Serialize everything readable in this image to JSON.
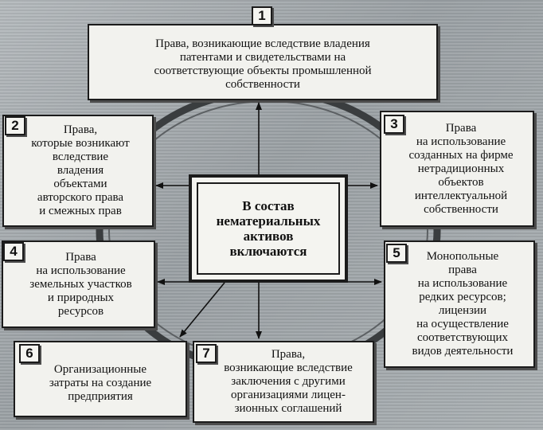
{
  "center": {
    "text": "В состав\nнематериальных\nактивов\nвключаются"
  },
  "items": [
    {
      "number": "1",
      "text": "Права, возникающие вследствие владения\nпатентами и свидетельствами на\nсоответствующие объекты промышленной\nсобственности"
    },
    {
      "number": "2",
      "text": "Права,\nкоторые возникают\nвследствие\nвладения\nобъектами\nавторского права\nи смежных прав"
    },
    {
      "number": "3",
      "text": "Права\nна использование\nсозданных на фирме\nнетрадиционных\nобъектов\nинтеллектуальной\nсобственности"
    },
    {
      "number": "4",
      "text": "Права\nна использование\nземельных участков\nи природных\nресурсов"
    },
    {
      "number": "5",
      "text": "Монопольные\nправа\nна использование\nредких ресурсов;\nлицензии\nна осуществление\nсоответствующих\nвидов деятельности"
    },
    {
      "number": "6",
      "text": "Организационные\nзатраты на создание\nпредприятия"
    },
    {
      "number": "7",
      "text": "Права,\nвозникающие вследствие\nзаключения с другими\nорганизациями лицен-\nзионных соглашений"
    }
  ]
}
